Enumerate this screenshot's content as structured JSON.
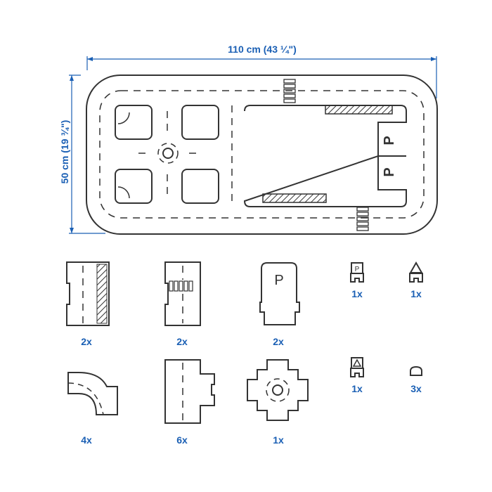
{
  "dimensions": {
    "width_label": "110 cm (43 ¼\")",
    "height_label": "50 cm (19 ¾\")"
  },
  "board": {
    "parking_sign": "P"
  },
  "parts": [
    {
      "name": "straight-hatched",
      "qty": "2x"
    },
    {
      "name": "straight-crosswalk",
      "qty": "2x"
    },
    {
      "name": "parking-piece",
      "qty": "2x",
      "sign": "P"
    },
    {
      "name": "parking-sign",
      "qty": "1x",
      "sign": "P"
    },
    {
      "name": "warning-sign",
      "qty": "1x"
    },
    {
      "name": "curve",
      "qty": "4x"
    },
    {
      "name": "t-junction",
      "qty": "6x"
    },
    {
      "name": "roundabout",
      "qty": "1x"
    },
    {
      "name": "traffic-sign",
      "qty": "1x"
    },
    {
      "name": "connector",
      "qty": "3x"
    }
  ],
  "colors": {
    "accent": "#1a5fb4",
    "line": "#333333"
  }
}
